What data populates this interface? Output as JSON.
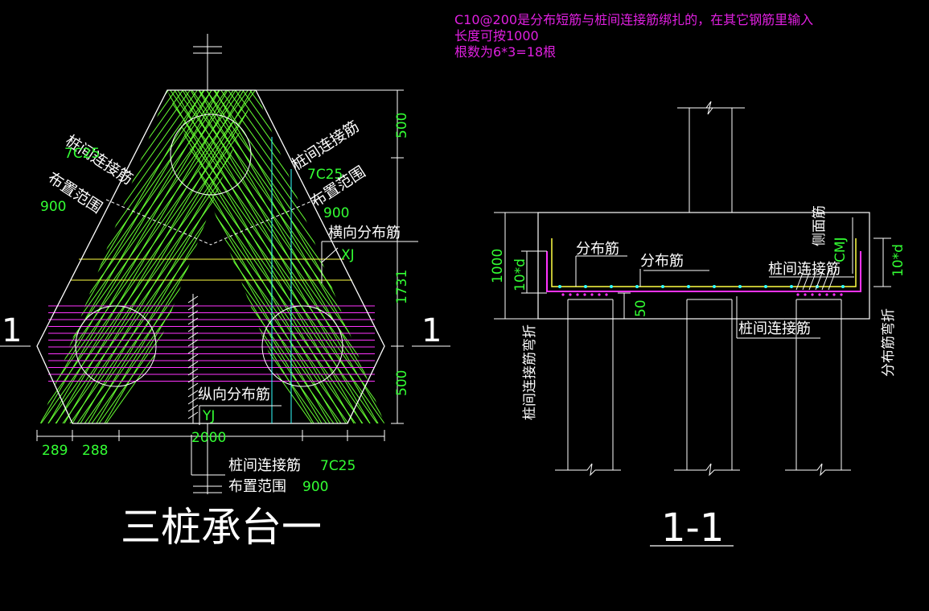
{
  "notes": {
    "line1": "C10@200是分布短筋与桩间连接筋绑扎的，在其它钢筋里输入",
    "line2": "长度可按1000",
    "line3": "根数为6*3=18根"
  },
  "plan": {
    "title": "三桩承台一",
    "section_mark": "1",
    "left_label": {
      "name": "桩间连接筋",
      "spec": "7C25",
      "range": "布置范围",
      "value": "900"
    },
    "right_label": {
      "name": "桩间连接筋",
      "spec": "7C25",
      "range": "布置范围",
      "value": "900"
    },
    "bottom_label": {
      "name": "桩间连接筋",
      "spec": "7C25",
      "range": "布置范围",
      "value": "900"
    },
    "transverse_label": "横向分布筋",
    "transverse_code": "XJ",
    "longitudinal_label": "纵向分布筋",
    "longitudinal_code": "YJ",
    "dim_top": "500",
    "dim_mid": "1731",
    "dim_bottom": "500",
    "dim_289": "289",
    "dim_288": "288",
    "dim_2000": "2000"
  },
  "section": {
    "title": "1-1",
    "height_dim": "1000",
    "bend_dim_left": "10*d",
    "bend_dim_right": "10*d",
    "cover_dim": "50",
    "label_dist1": "分布筋",
    "label_dist2": "分布筋",
    "label_link": "桩间连接筋",
    "label_link_bottom": "桩间连接筋",
    "label_side": "侧面筋",
    "label_side_code": "CMJ",
    "label_left_bend": "桩间连接筋弯折",
    "label_right_bend": "分布筋弯折"
  },
  "colors": {
    "background": "#000000",
    "linework": "#ffffff",
    "green_rebar": "#66ff33",
    "magenta_rebar": "#ff33ff",
    "yellow_rebar": "#ffff44",
    "cyan": "#33ffff",
    "dim_text": "#33ff33",
    "note_text": "#e020e0"
  }
}
